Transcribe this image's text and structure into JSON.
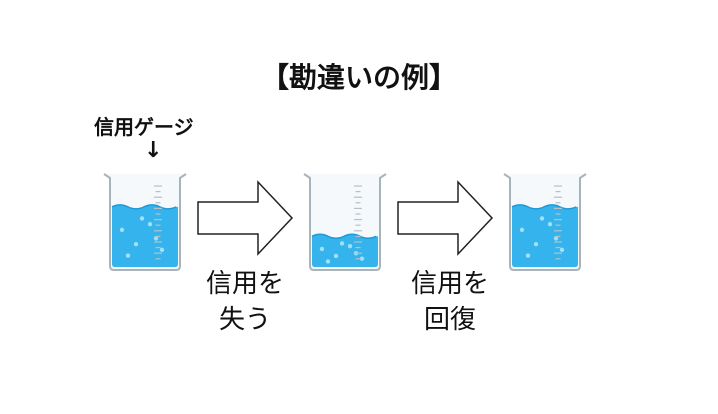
{
  "title": "【勘違いの例】",
  "gauge_label": "信用ゲージ",
  "gauge_pointer": "↓",
  "colors": {
    "water": "#35b3ec",
    "water_dark": "#1e9ad6",
    "bubble": "#9fe0fb",
    "glass_outline": "#a8b4bc",
    "glass_fill": "#f6f9fb",
    "tick": "#b6c0c6",
    "arrow_stroke": "#222222"
  },
  "beakers": [
    {
      "name": "full",
      "level": 0.68
    },
    {
      "name": "low",
      "level": 0.33
    },
    {
      "name": "recovered",
      "level": 0.68
    }
  ],
  "arrows": [
    {
      "caption_line1": "信用を",
      "caption_line2": "失う"
    },
    {
      "caption_line1": "信用を",
      "caption_line2": "回復"
    }
  ]
}
